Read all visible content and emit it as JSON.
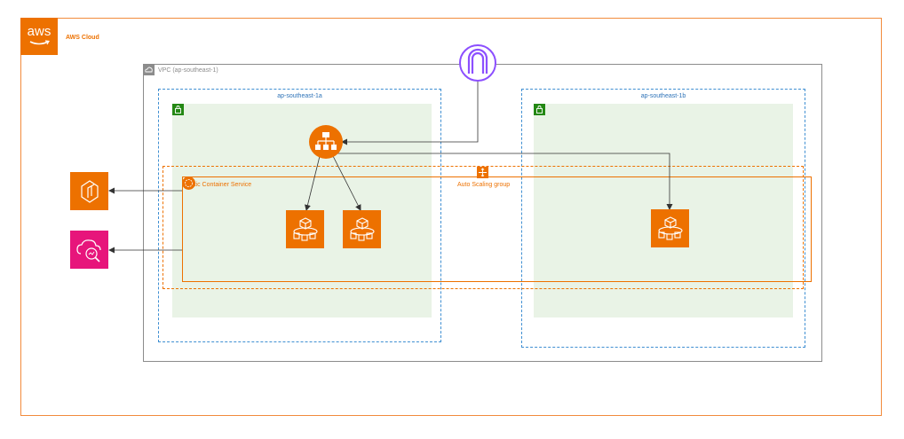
{
  "cloud": {
    "title": "AWS Cloud",
    "logo_text": "aws"
  },
  "vpc": {
    "label": "VPC (ap-southeast-1)"
  },
  "az_a": {
    "label": "ap-southeast-1a"
  },
  "az_b": {
    "label": "ap-southeast-1b"
  },
  "ecs": {
    "label": "Elastic Container Service"
  },
  "asg": {
    "label": "Auto Scaling group"
  },
  "icons": {
    "internet_gateway": "internet-gateway-icon",
    "load_balancer": "application-load-balancer-icon",
    "ecr": "elastic-container-registry-icon",
    "cloudwatch": "cloudwatch-icon",
    "fargate_task": "fargate-task-icon",
    "subnet_lock": "private-subnet-lock-icon"
  },
  "colors": {
    "aws_orange": "#ED7100",
    "cloud_border": "#F28B3C",
    "vpc_border": "#8C8C8C",
    "az_border": "#3F8FD2",
    "az_text": "#2E73B8",
    "subnet_fill": "#E9F3E6",
    "subnet_lock": "#248814",
    "cloudwatch_pink": "#E7157B",
    "arrow": "#333333"
  }
}
